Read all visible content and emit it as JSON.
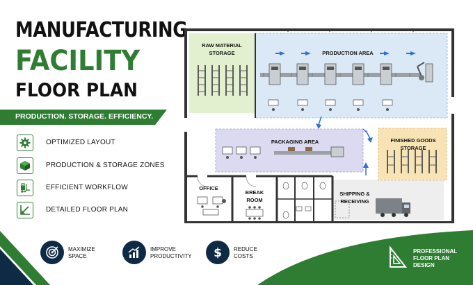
{
  "title": {
    "line1": "MANUFACTURING",
    "line2": "FACILITY",
    "line3": "FLOOR PLAN"
  },
  "tagline": "PRODUCTION. STORAGE. EFFICIENCY.",
  "features": [
    {
      "label": "OPTIMIZED LAYOUT",
      "icon": "gear-icon"
    },
    {
      "label": "PRODUCTION & STORAGE ZONES",
      "icon": "box-icon"
    },
    {
      "label": "EFFICIENT WORKFLOW",
      "icon": "forklift-icon"
    },
    {
      "label": "DETAILED FLOOR PLAN",
      "icon": "drafting-icon"
    }
  ],
  "benefits": [
    {
      "line1": "MAXIMIZE",
      "line2": "SPACE",
      "icon": "target-icon"
    },
    {
      "line1": "IMPROVE",
      "line2": "PRODUCTIVITY",
      "icon": "growth-chart-icon"
    },
    {
      "line1": "REDUCE",
      "line2": "COSTS",
      "icon": "dollar-icon"
    }
  ],
  "brand": {
    "line1": "PROFESSIONAL",
    "line2": "FLOOR PLAN",
    "line3": "DESIGN",
    "icon": "set-square-icon"
  },
  "zones": {
    "raw_line1": "RAW MATERIAL",
    "raw_line2": "STORAGE",
    "production": "PRODUCTION AREA",
    "packaging": "PACKAGING AREA",
    "finished_line1": "FINISHED GOODS",
    "finished_line2": "STORAGE",
    "office": "OFFICE",
    "break_line1": "BREAK",
    "break_line2": "ROOM",
    "shipping_line1": "SHIPPING &",
    "shipping_line2": "RECEIVING"
  },
  "colors": {
    "green": "#2e7d32",
    "navy": "#0f2a44",
    "production_zone": "#dbe9f7",
    "raw_zone": "#e3f0cf",
    "packaging_zone": "#dcdaf0",
    "finished_zone": "#f8e3b4",
    "arrow_blue": "#2f6fd6"
  }
}
